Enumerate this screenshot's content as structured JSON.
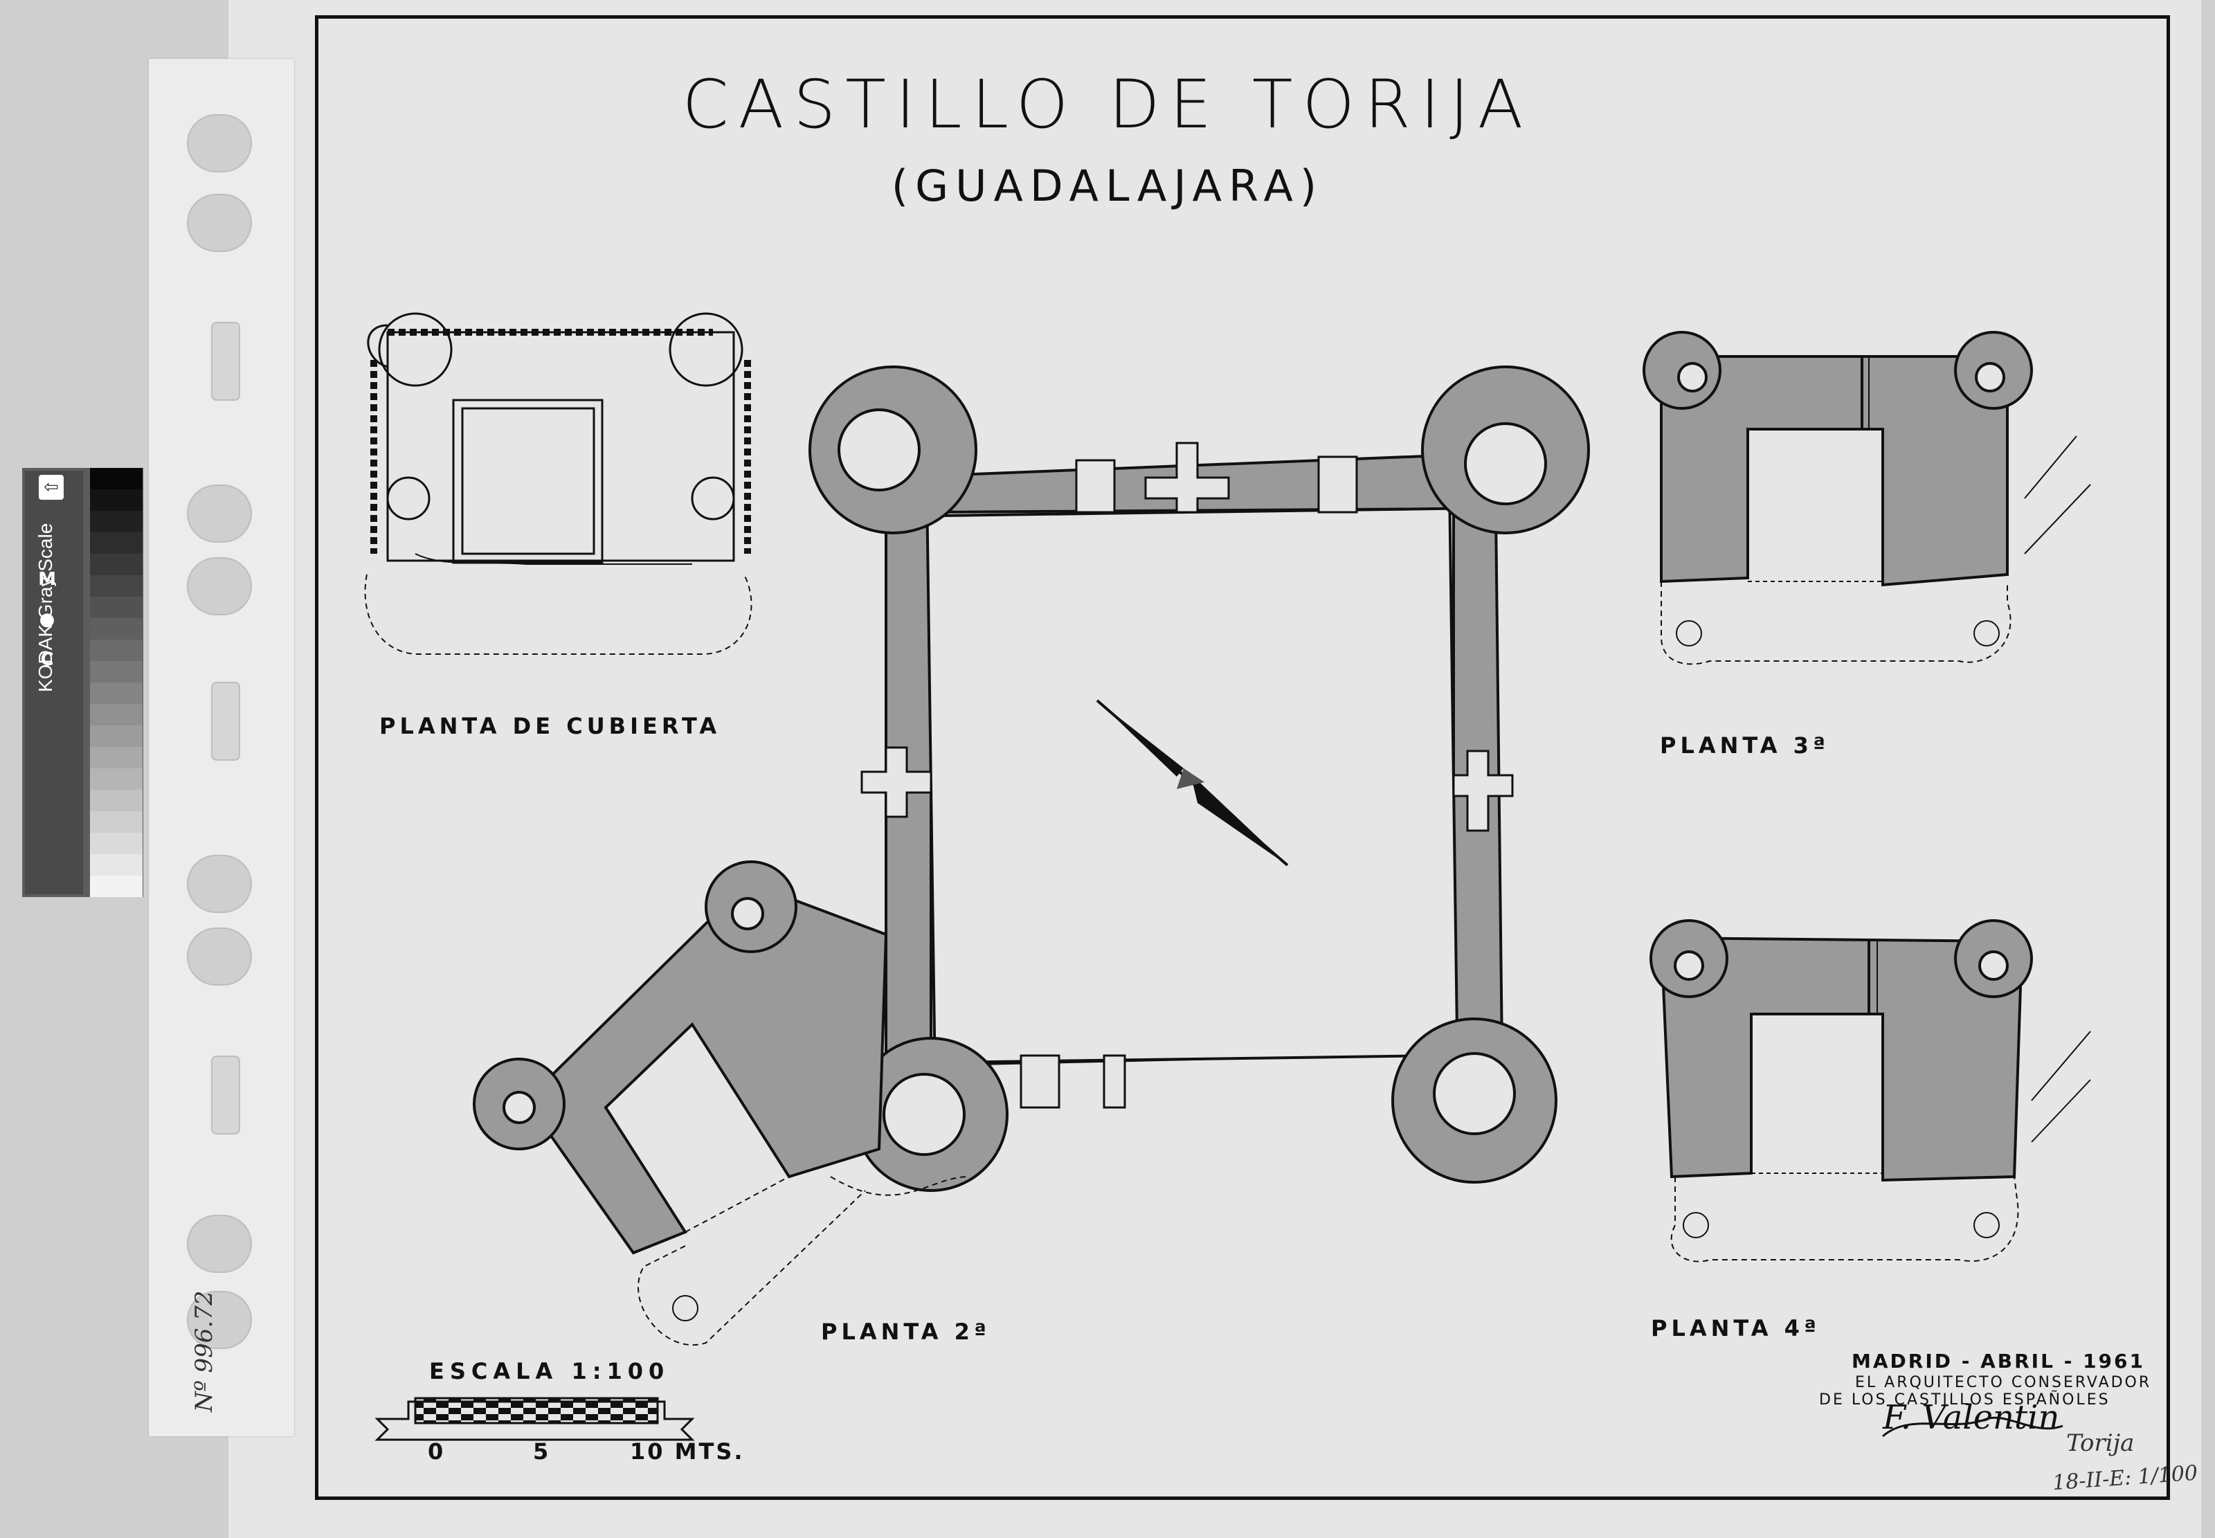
{
  "sheet": {
    "title": "CASTILLO DE TORIJA",
    "subtitle": "(GUADALAJARA)"
  },
  "plans": {
    "roof": "PLANTA DE CUBIERTA",
    "floor2": "PLANTA 2ª",
    "floor3": "PLANTA 3ª",
    "floor4": "PLANTA 4ª"
  },
  "scale": {
    "label": "ESCALA 1:100",
    "tick0": "0",
    "tick5": "5",
    "tick10": "10 MTS."
  },
  "credits": {
    "date": "MADRID - ABRIL - 1961",
    "line1": "EL ARQUITECTO CONSERVADOR",
    "line2": "DE LOS CASTILLOS ESPAÑOLES",
    "signature": "F. Valentin"
  },
  "annotations": {
    "catalog": "Nº 996.72",
    "place": "Torija",
    "ref": "18-II-E: 1/100"
  },
  "kodak": {
    "brand": "KODAK Gray Scale",
    "c": "C",
    "m": "M",
    "b": "B",
    "a": "A"
  },
  "colors": {
    "wall": "#9a9a9a",
    "ink": "#111111",
    "paper": "#e6e6e6"
  }
}
